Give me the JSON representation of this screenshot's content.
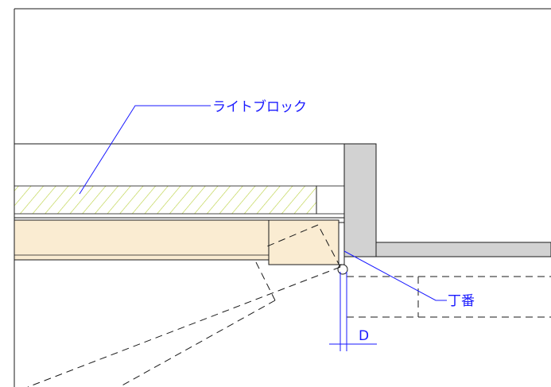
{
  "labels": {
    "light_block": "ライトブロック",
    "hinge": "丁番",
    "dimension": "D"
  },
  "colors": {
    "line": "#1a1a1a",
    "callout": "#1a1aff",
    "hatch": "#b8cf3a",
    "door_fill": "#faecd2",
    "frame_fill": "#d2d2d2"
  }
}
